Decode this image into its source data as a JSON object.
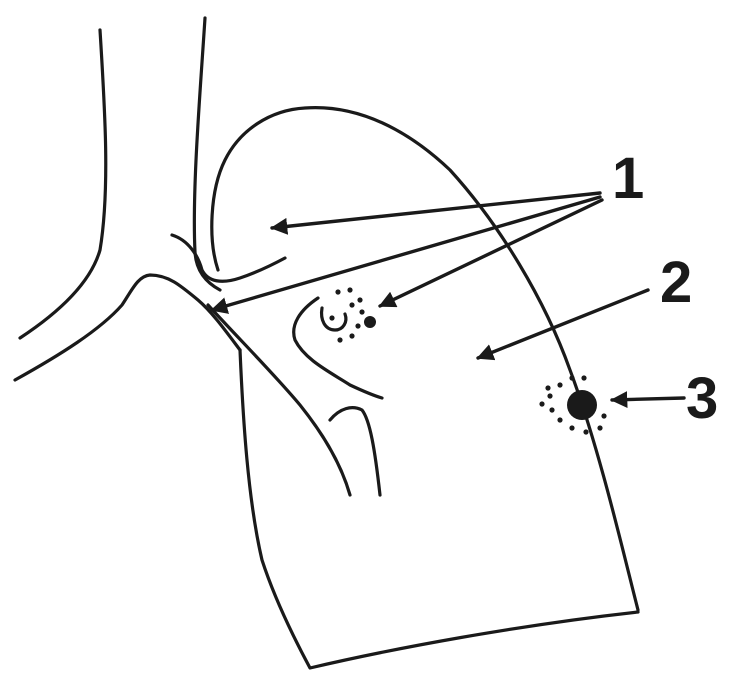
{
  "labels": {
    "one": "1",
    "two": "2",
    "three": "3"
  },
  "colors": {
    "line": "#1a1a1a",
    "background": "#ffffff"
  }
}
